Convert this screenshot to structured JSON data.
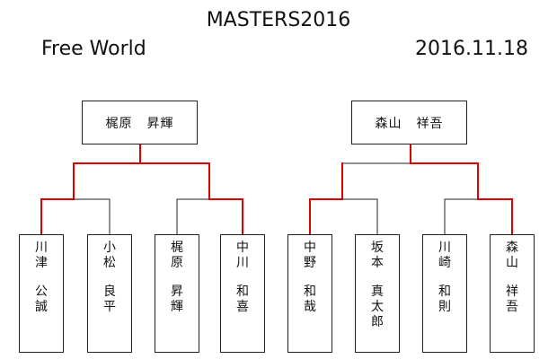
{
  "header": {
    "title": "MASTERS2016",
    "subtitle": "Free World",
    "date": "2016.11.18"
  },
  "colors": {
    "line": "#222222",
    "winner_line": "#e00000"
  },
  "champions": {
    "left": {
      "family": "梶原",
      "given": "昇輝"
    },
    "right": {
      "family": "森山",
      "given": "祥吾"
    }
  },
  "players": [
    {
      "family": "川津",
      "given": "公誠"
    },
    {
      "family": "小松",
      "given": "良平"
    },
    {
      "family": "梶原",
      "given": "昇輝"
    },
    {
      "family": "中川",
      "given": "和喜"
    },
    {
      "family": "中野",
      "given": "和哉"
    },
    {
      "family": "坂本",
      "given": "真太郎"
    },
    {
      "family": "川崎",
      "given": "和則"
    },
    {
      "family": "森山",
      "given": "祥吾"
    }
  ],
  "bracket": {
    "round1_winners": [
      0,
      3,
      4,
      7
    ],
    "semifinal_winners": [
      0,
      3
    ]
  }
}
